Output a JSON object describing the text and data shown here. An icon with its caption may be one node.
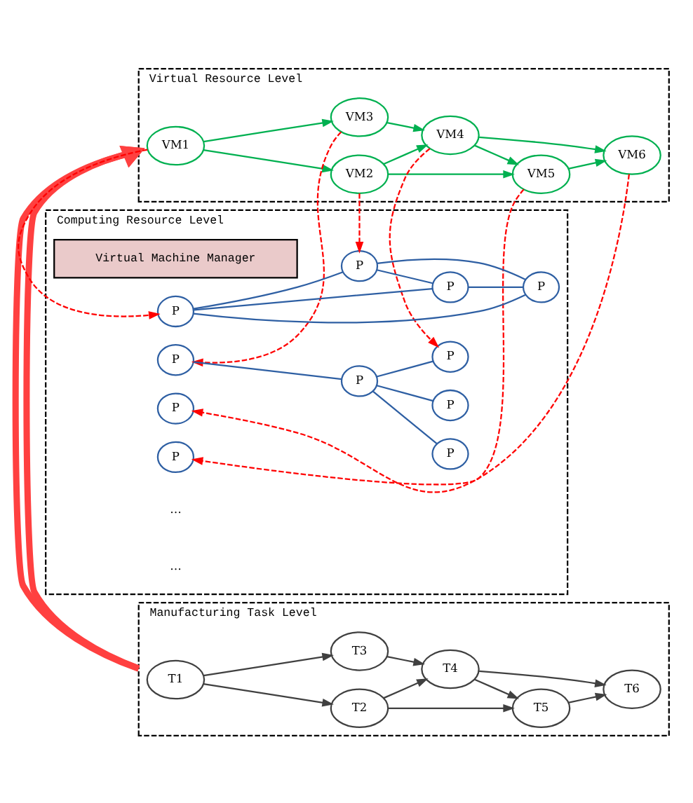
{
  "diagram": {
    "nodes": [
      {
        "text": [
          "Manufacturing Task Level"
        ]
      },
      {
        "text": [
          "T1"
        ],
        "in": 0
      },
      {
        "text": [
          "T2"
        ],
        "in": 0
      },
      {
        "text": [
          "T3"
        ],
        "in": 0
      },
      {
        "text": [
          "T5"
        ],
        "in": 0
      },
      {
        "text": [
          "T4"
        ],
        "in": 0
      },
      {
        "text": [
          "T6"
        ],
        "in": 0
      },
      {
        "text": [
          "Virtual Resource Level"
        ]
      },
      {
        "text": [
          "VM1"
        ],
        "in": 7
      },
      {
        "text": [
          "VM2"
        ],
        "in": 7
      },
      {
        "text": [
          "VM3"
        ],
        "in": 7
      },
      {
        "text": [
          "VM5"
        ],
        "in": 7
      },
      {
        "text": [
          "VM4"
        ],
        "in": 7
      },
      {
        "text": [
          "VM6"
        ],
        "in": 7
      },
      {
        "text": [
          "Computing Resource Level"
        ]
      },
      {
        "text": [
          "Virtual Machine Manager"
        ],
        "in": 14
      },
      {
        "text": [
          "P"
        ],
        "in": 14
      },
      {
        "text": [
          "P"
        ],
        "in": 14
      },
      {
        "text": [
          "P"
        ],
        "in": 14
      },
      {
        "text": [
          "P"
        ],
        "in": 14
      },
      {
        "text": [
          "P"
        ],
        "in": 14
      },
      {
        "text": [
          "P"
        ],
        "in": 14
      },
      {
        "text": [
          "P"
        ],
        "in": 14
      },
      {
        "text": [
          "P"
        ],
        "in": 14
      },
      {
        "text": [
          "P"
        ],
        "in": 14
      },
      {
        "text": [
          "P"
        ],
        "in": 14
      },
      {
        "text": [
          "P"
        ],
        "in": 14
      }
    ],
    "edges": [
      {
        "from": 1,
        "to": 2,
        "arrow": "to",
        "color": "#404040"
      },
      {
        "from": 1,
        "to": 3,
        "arrow": "to",
        "color": "#404040"
      },
      {
        "from": 2,
        "to": 4,
        "arrow": "to",
        "color": "#404040"
      },
      {
        "from": 2,
        "to": 5,
        "arrow": "to",
        "color": "#404040"
      },
      {
        "from": 3,
        "to": 5,
        "arrow": "to",
        "color": "#404040"
      },
      {
        "from": 5,
        "to": 4,
        "arrow": "to",
        "color": "#404040"
      },
      {
        "from": 4,
        "to": 6,
        "arrow": "to",
        "color": "#404040"
      },
      {
        "from": 5,
        "to": 6,
        "arrow": "to",
        "color": "#404040"
      },
      {
        "from": 0,
        "to": 7,
        "arrow": "to",
        "style": "thick",
        "color": "#ff4040"
      },
      {
        "from": 0,
        "to": 7,
        "arrow": "to",
        "style": "thick",
        "color": "#ff4040"
      },
      {
        "from": 8,
        "to": 9,
        "arrow": "to",
        "color": "#00b050"
      },
      {
        "from": 8,
        "to": 10,
        "arrow": "to",
        "color": "#00b050"
      },
      {
        "from": 9,
        "to": 11,
        "arrow": "to",
        "color": "#00b050"
      },
      {
        "from": 9,
        "to": 12,
        "arrow": "to",
        "color": "#00b050"
      },
      {
        "from": 10,
        "to": 12,
        "arrow": "to",
        "color": "#00b050"
      },
      {
        "from": 12,
        "to": 11,
        "arrow": "to",
        "color": "#00b050"
      },
      {
        "from": 11,
        "to": 13,
        "arrow": "to",
        "color": "#00b050"
      },
      {
        "from": 12,
        "to": 13,
        "arrow": "to",
        "color": "#00b050"
      },
      {
        "from": 8,
        "to": 16,
        "arrow": "to",
        "style": "dashed",
        "color": "#ff0000"
      },
      {
        "from": 9,
        "to": 17,
        "arrow": "to",
        "style": "dashed",
        "color": "#ff0000"
      },
      {
        "from": 10,
        "to": 21,
        "arrow": "to",
        "style": "dashed",
        "color": "#ff0000"
      },
      {
        "from": 12,
        "to": 24,
        "arrow": "to",
        "style": "dashed",
        "color": "#ff0000"
      },
      {
        "from": 11,
        "to": 26,
        "arrow": "to",
        "style": "dashed",
        "color": "#ff0000"
      },
      {
        "from": 13,
        "to": 25,
        "arrow": "to",
        "style": "dashed",
        "color": "#ff0000"
      },
      {
        "from": 16,
        "to": 17,
        "arrow": "none",
        "color": "#2e5fa3"
      },
      {
        "from": 16,
        "to": 18,
        "arrow": "none",
        "color": "#2e5fa3"
      },
      {
        "from": 17,
        "to": 19,
        "arrow": "none",
        "color": "#2e5fa3"
      },
      {
        "from": 18,
        "to": 19,
        "arrow": "none",
        "color": "#2e5fa3"
      },
      {
        "from": 16,
        "to": 19,
        "arrow": "none",
        "color": "#2e5fa3"
      },
      {
        "from": 17,
        "to": 18,
        "arrow": "none",
        "color": "#2e5fa3"
      },
      {
        "from": 22,
        "to": 20,
        "arrow": "none",
        "color": "#2e5fa3"
      },
      {
        "from": 21,
        "to": 22,
        "arrow": "none",
        "color": "#2e5fa3"
      },
      {
        "from": 22,
        "to": 23,
        "arrow": "none",
        "color": "#2e5fa3"
      },
      {
        "from": 22,
        "to": 24,
        "arrow": "none",
        "color": "#2e5fa3"
      }
    ],
    "labels": [
      "…",
      "…"
    ]
  }
}
